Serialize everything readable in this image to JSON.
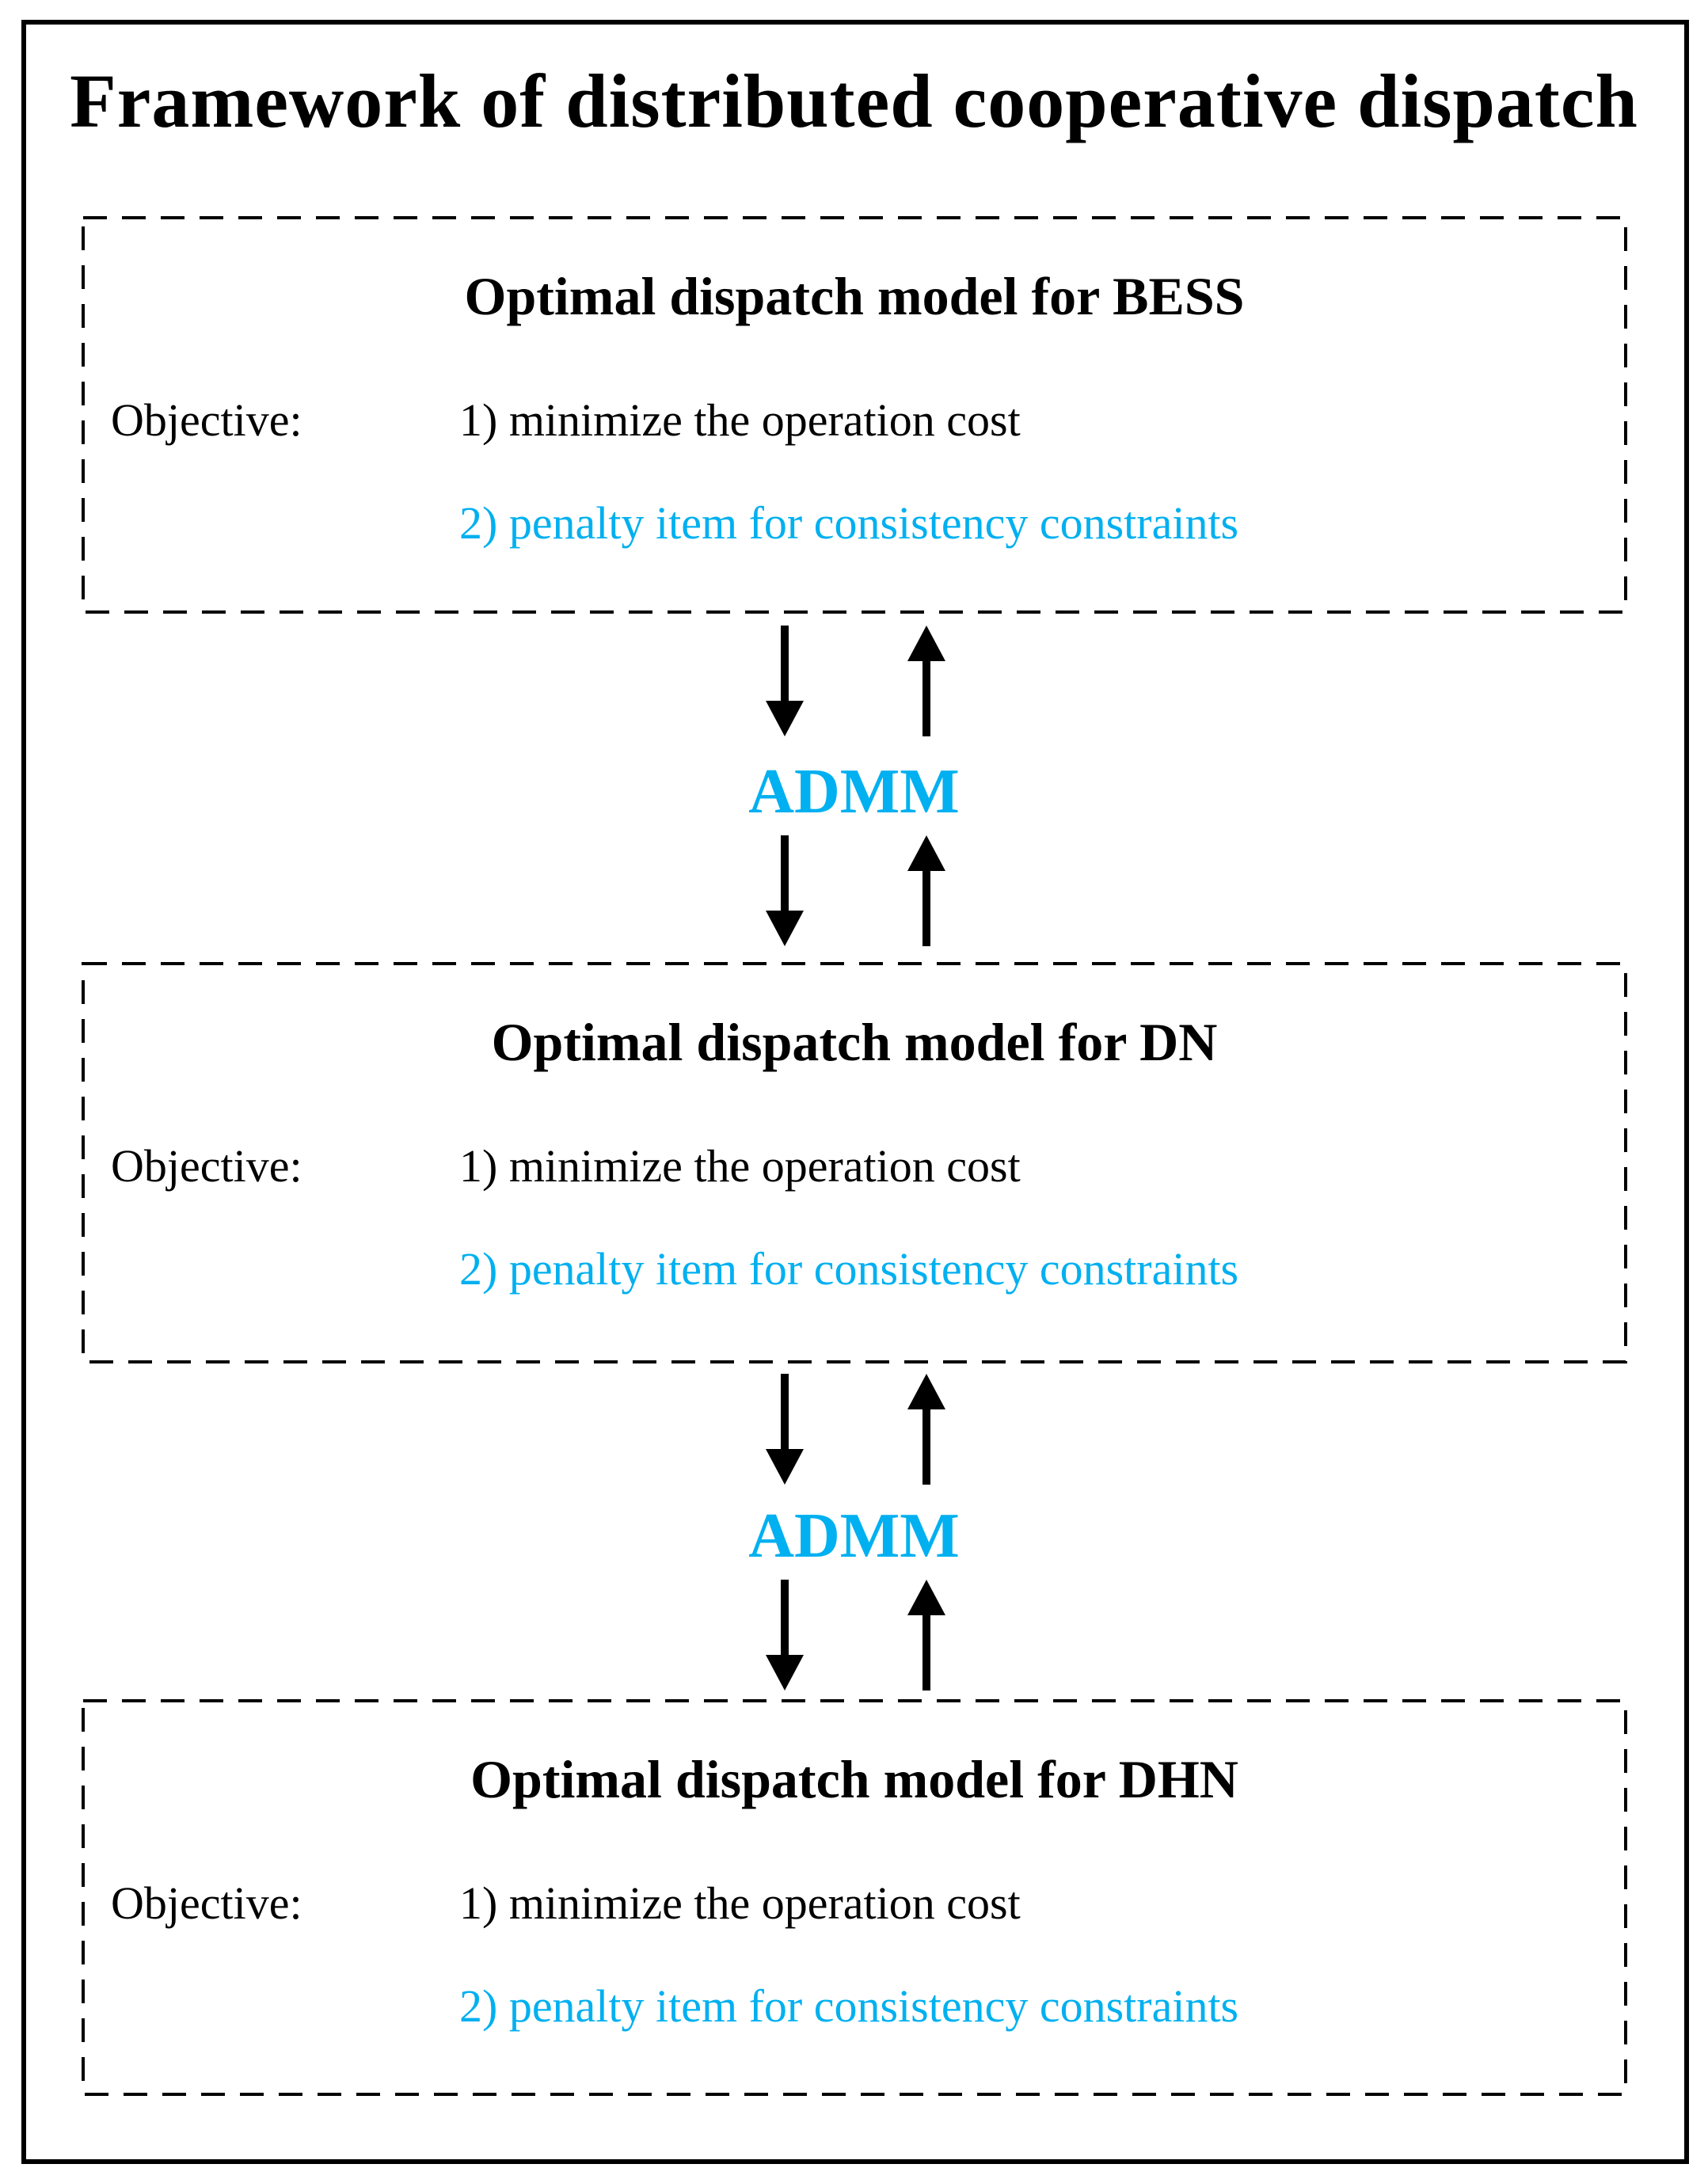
{
  "title": "Framework of distributed cooperative dispatch",
  "accent_color": "#00B0F0",
  "boxes": [
    {
      "title": "Optimal dispatch model for BESS",
      "objective_label": "Objective:",
      "items": [
        {
          "text": "1) minimize the operation cost",
          "color": "#000000"
        },
        {
          "text": "2) penalty item for consistency constraints",
          "color": "#00B0F0"
        }
      ]
    },
    {
      "title": "Optimal dispatch model for DN",
      "objective_label": "Objective:",
      "items": [
        {
          "text": "1) minimize the operation cost",
          "color": "#000000"
        },
        {
          "text": "2) penalty item for consistency constraints",
          "color": "#00B0F0"
        }
      ]
    },
    {
      "title": "Optimal dispatch model for DHN",
      "objective_label": "Objective:",
      "items": [
        {
          "text": "1) minimize the operation cost",
          "color": "#000000"
        },
        {
          "text": "2) penalty item for consistency constraints",
          "color": "#00B0F0"
        }
      ]
    }
  ],
  "connectors": [
    {
      "label": "ADMM"
    },
    {
      "label": "ADMM"
    }
  ]
}
